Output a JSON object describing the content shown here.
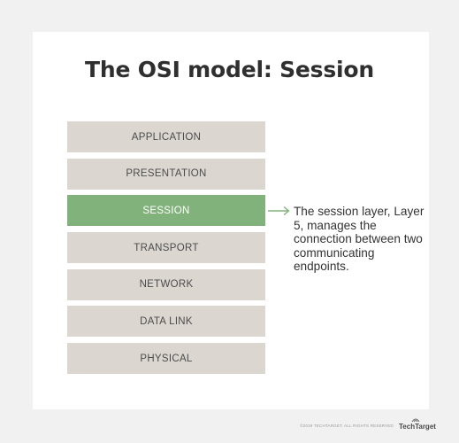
{
  "title": "The OSI model: Session",
  "layers": [
    {
      "label": "APPLICATION",
      "highlighted": false
    },
    {
      "label": "PRESENTATION",
      "highlighted": false
    },
    {
      "label": "SESSION",
      "highlighted": true
    },
    {
      "label": "TRANSPORT",
      "highlighted": false
    },
    {
      "label": "NETWORK",
      "highlighted": false
    },
    {
      "label": "DATA LINK",
      "highlighted": false
    },
    {
      "label": "PHYSICAL",
      "highlighted": false
    }
  ],
  "description": "The session layer, Layer 5, manages the connection between two communicating endpoints.",
  "footer": {
    "copyright": "©2019 TECHTARGET. ALL RIGHTS RESERVED",
    "logo_text": "TechTarget"
  },
  "colors": {
    "background": "#f1f1f1",
    "card": "#ffffff",
    "layer": "#dcd6d1",
    "highlight": "#82b27c",
    "connector": "#82b27c"
  },
  "icons": {
    "connector": "arrow-right-icon",
    "logo": "techtarget-logo-icon"
  }
}
